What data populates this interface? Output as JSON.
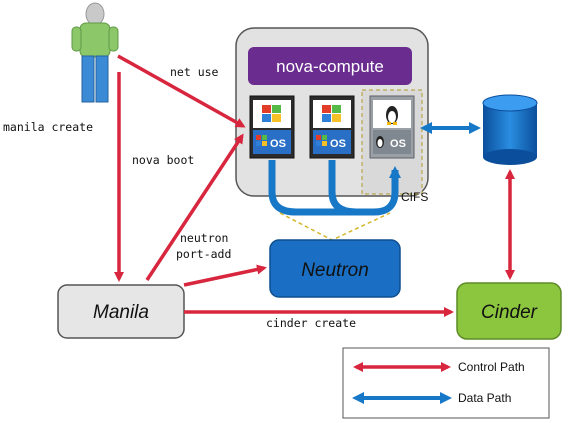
{
  "nodes": {
    "nova_compute": "nova-compute",
    "neutron": "Neutron",
    "manila": "Manila",
    "cinder": "Cinder"
  },
  "vms": [
    {
      "os_label": "OS",
      "os_type": "windows-logo-icon"
    },
    {
      "os_label": "OS",
      "os_type": "windows-logo-icon"
    },
    {
      "os_label": "OS",
      "os_type": "linux-penguin-icon"
    }
  ],
  "edge_labels": {
    "net_use": "net use",
    "manila_create": "manila create",
    "nova_boot": "nova boot",
    "neutron_port_add_1": "neutron",
    "neutron_port_add_2": "port-add",
    "cinder_create": "cinder create",
    "cifs": "CIFS"
  },
  "legend": {
    "control_path": "Control Path",
    "data_path": "Data Path"
  },
  "colors": {
    "control_path": "#d7263d",
    "data_path": "#1878c8",
    "nova_compute": "#6a2c8e",
    "neutron": "#1a6fc4",
    "cinder": "#8cc63f",
    "manila": "#e6e6e6",
    "host_box": "#e2e2e2"
  },
  "icons": [
    "user-icon",
    "storage-cylinder-icon"
  ]
}
